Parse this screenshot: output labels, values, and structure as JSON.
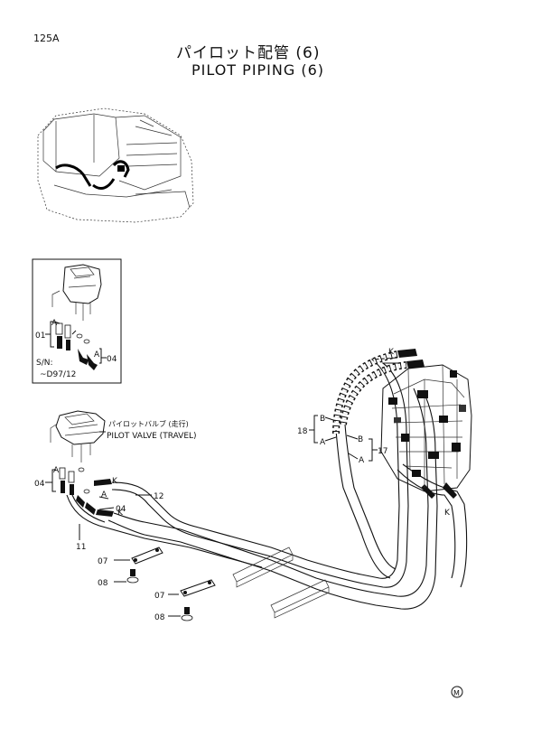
{
  "header": {
    "page_code": "125A",
    "title_jp": "パイロット配管 (6)",
    "title_en": "PILOT PIPING (6)"
  },
  "inset": {
    "sn_label": "S/N:",
    "sn_range": "~D97/12",
    "callout_01": "01",
    "callout_04": "04",
    "label_a1": "A",
    "label_a2": "A"
  },
  "main": {
    "valve_label_jp": "パイロットバルブ (走行)",
    "valve_label_en": "PILOT VALVE (TRAVEL)",
    "c04": "04",
    "c04b": "04",
    "c11": "11",
    "c12": "12",
    "c07a": "07",
    "c08a": "08",
    "c07b": "07",
    "c08b": "08",
    "c18": "18",
    "c17": "17",
    "la": "A",
    "la2": "A",
    "lb": "B",
    "lb2": "B",
    "la3": "A",
    "la4": "A",
    "lk1": "K",
    "lk2": "K",
    "lk3": "K",
    "lk4": "K"
  },
  "footer": {
    "mark": "M"
  }
}
